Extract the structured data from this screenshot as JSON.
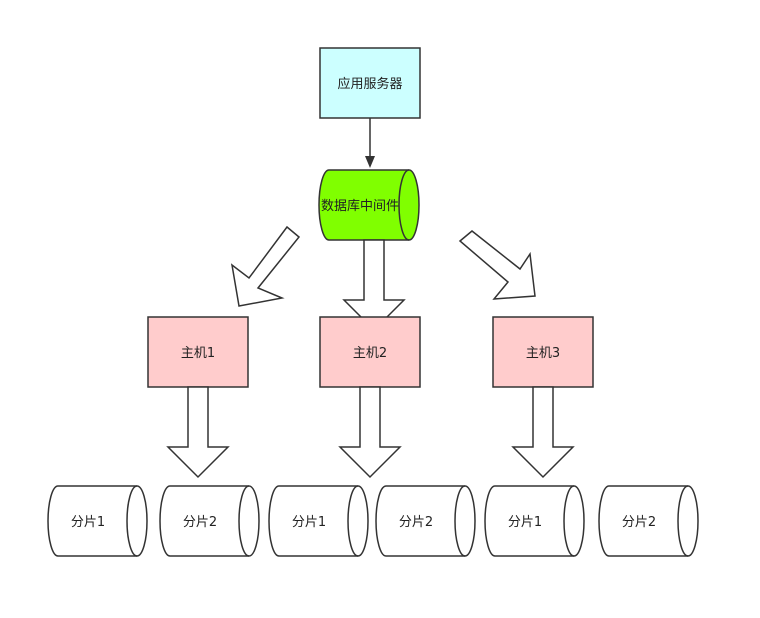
{
  "nodes": {
    "app_server": {
      "label": "应用服务器"
    },
    "middleware": {
      "label": "数据库中间件"
    },
    "hosts": [
      {
        "label": "主机1"
      },
      {
        "label": "主机2"
      },
      {
        "label": "主机3"
      }
    ],
    "shards": [
      {
        "label": "分片1"
      },
      {
        "label": "分片2"
      },
      {
        "label": "分片1"
      },
      {
        "label": "分片2"
      },
      {
        "label": "分片1"
      },
      {
        "label": "分片2"
      }
    ]
  },
  "colors": {
    "app_server_fill": "#ccffff",
    "middleware_fill": "#80ff00",
    "host_fill": "#ffcccc",
    "shard_fill": "#ffffff",
    "stroke": "#333333"
  }
}
